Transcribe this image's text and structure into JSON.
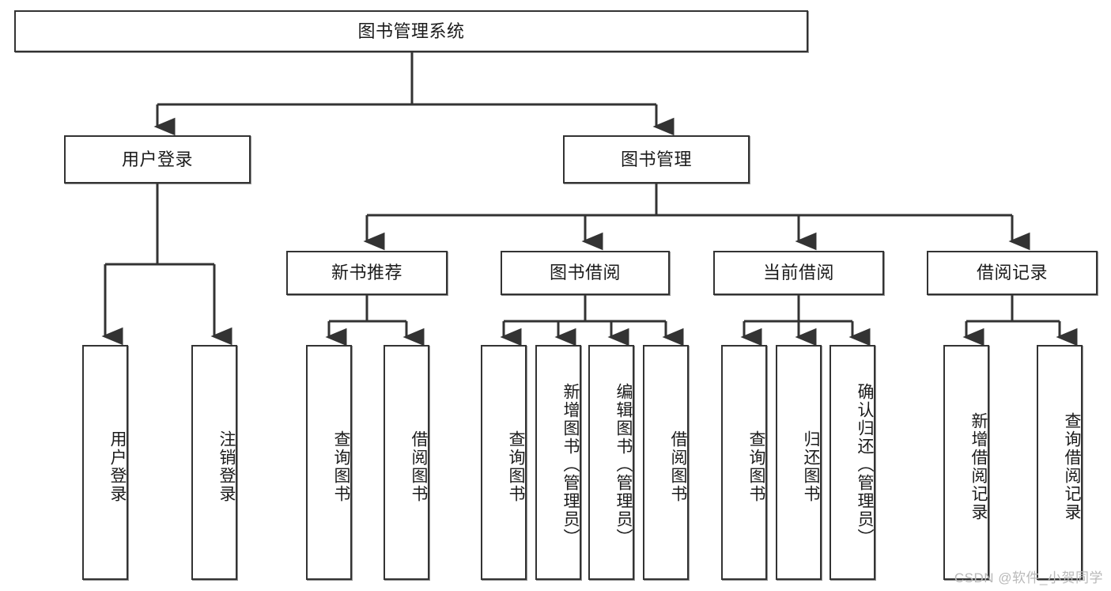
{
  "diagram": {
    "title": "图书管理系统",
    "watermark": "CSDN @软件_小贺同学",
    "colors": {
      "box_border": "#333333",
      "box_fill": "#ffffff",
      "edge": "#333333",
      "text": "#1b1b1b",
      "watermark": "#b9b9b9"
    },
    "nodes": {
      "root": "图书管理系统",
      "user_login": "用户登录",
      "book_manage": "图书管理",
      "new_book_rec": "新书推荐",
      "book_borrow": "图书借阅",
      "current_borrow": "当前借阅",
      "borrow_record": "借阅记录",
      "leaf_user_login": "用户登录",
      "leaf_user_logout": "注销登录",
      "leaf_rec_query": "查询图书",
      "leaf_rec_borrow": "借阅图书",
      "leaf_borrow_query": "查询图书",
      "leaf_borrow_add": "新增图书（管理员）",
      "leaf_borrow_edit": "编辑图书（管理员）",
      "leaf_borrow_borrow": "借阅图书",
      "leaf_cur_query": "查询图书",
      "leaf_cur_return": "归还图书",
      "leaf_cur_confirm": "确认归还（管理员）",
      "leaf_rec_add": "新增借阅记录",
      "leaf_rec_search": "查询借阅记录"
    },
    "tree": {
      "label": "图书管理系统",
      "children": [
        {
          "label": "用户登录",
          "children": [
            {
              "label": "用户登录",
              "children": []
            },
            {
              "label": "注销登录",
              "children": []
            }
          ]
        },
        {
          "label": "图书管理",
          "children": [
            {
              "label": "新书推荐",
              "children": [
                {
                  "label": "查询图书",
                  "children": []
                },
                {
                  "label": "借阅图书",
                  "children": []
                }
              ]
            },
            {
              "label": "图书借阅",
              "children": [
                {
                  "label": "查询图书",
                  "children": []
                },
                {
                  "label": "新增图书（管理员）",
                  "children": []
                },
                {
                  "label": "编辑图书（管理员）",
                  "children": []
                },
                {
                  "label": "借阅图书",
                  "children": []
                }
              ]
            },
            {
              "label": "当前借阅",
              "children": [
                {
                  "label": "查询图书",
                  "children": []
                },
                {
                  "label": "归还图书",
                  "children": []
                },
                {
                  "label": "确认归还（管理员）",
                  "children": []
                }
              ]
            },
            {
              "label": "借阅记录",
              "children": [
                {
                  "label": "新增借阅记录",
                  "children": []
                },
                {
                  "label": "查询借阅记录",
                  "children": []
                }
              ]
            }
          ]
        }
      ]
    }
  }
}
